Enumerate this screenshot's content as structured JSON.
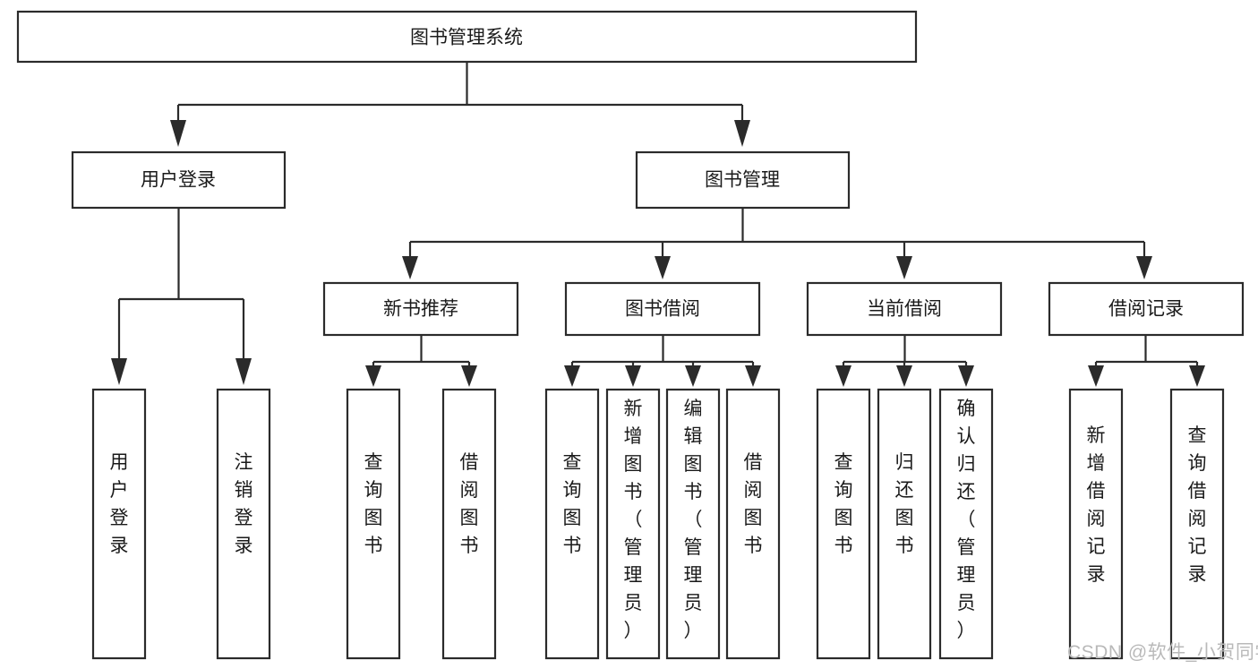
{
  "diagram": {
    "type": "tree-hierarchy-flowchart",
    "title": "图书管理系统",
    "orientation": "top-down",
    "colors": {
      "box_fill": "#ffffff",
      "box_stroke": "#2b2b2b",
      "text": "#1a1a1a",
      "background": "#ffffff",
      "watermark": "#b9b9b9"
    },
    "levels": {
      "level1": [
        "图书管理系统"
      ],
      "level2": [
        "用户登录",
        "图书管理"
      ],
      "level3": [
        "新书推荐",
        "图书借阅",
        "当前借阅",
        "借阅记录"
      ],
      "level4": [
        "用户登录",
        "注销登录",
        "查询图书",
        "借阅图书",
        "查询图书",
        "新增图书（管理员）",
        "编辑图书（管理员）",
        "借阅图书",
        "查询图书",
        "归还图书",
        "确认归还（管理员）",
        "新增借阅记录",
        "查询借阅记录"
      ]
    }
  },
  "nodes": {
    "root": {
      "label": "图书管理系统"
    },
    "user_login": {
      "label": "用户登录"
    },
    "book_manage": {
      "label": "图书管理"
    },
    "new_book_rec": {
      "label": "新书推荐"
    },
    "book_borrow": {
      "label": "图书借阅"
    },
    "current_borrow": {
      "label": "当前借阅"
    },
    "borrow_record": {
      "label": "借阅记录"
    },
    "leaf_user_login": {
      "label": "用户登录"
    },
    "leaf_logout": {
      "label": "注销登录"
    },
    "leaf_query_book_1": {
      "label": "查询图书"
    },
    "leaf_borrow_book_1": {
      "label": "借阅图书"
    },
    "leaf_query_book_2": {
      "label": "查询图书"
    },
    "leaf_add_book": {
      "label": "新增图书（管理员）"
    },
    "leaf_edit_book": {
      "label": "编辑图书（管理员）"
    },
    "leaf_borrow_book_2": {
      "label": "借阅图书"
    },
    "leaf_query_book_3": {
      "label": "查询图书"
    },
    "leaf_return_book": {
      "label": "归还图书"
    },
    "leaf_confirm_return": {
      "label": "确认归还（管理员）"
    },
    "leaf_add_record": {
      "label": "新增借阅记录"
    },
    "leaf_query_record": {
      "label": "查询借阅记录"
    }
  },
  "watermark": {
    "text": "CSDN @软件_小贺同学"
  }
}
